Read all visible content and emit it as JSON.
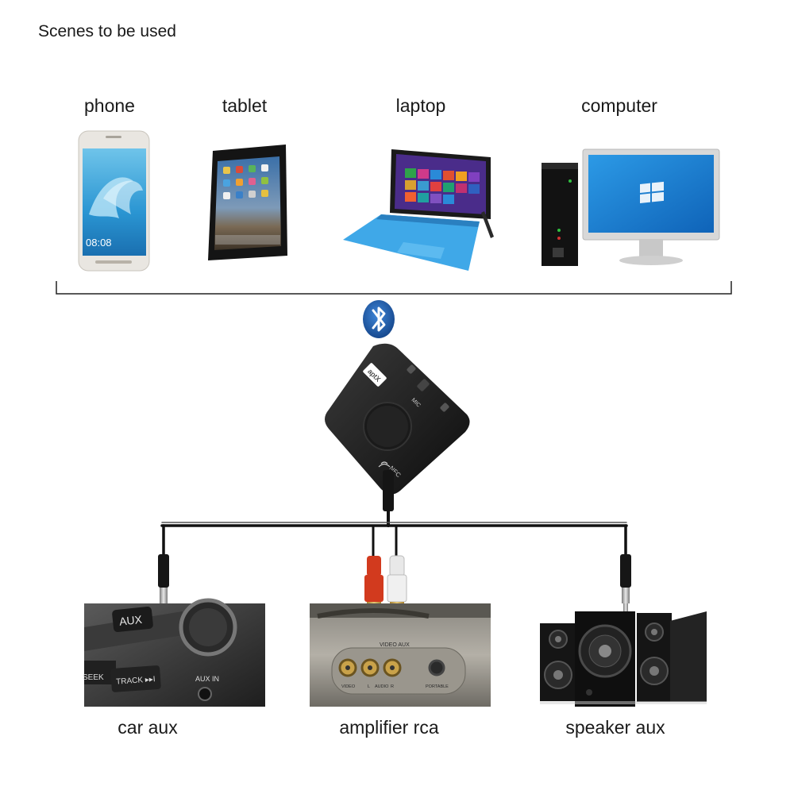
{
  "title": "Scenes to be used",
  "devices": {
    "phone": {
      "label": "phone",
      "screen_time": "08:08"
    },
    "tablet": {
      "label": "tablet"
    },
    "laptop": {
      "label": "laptop"
    },
    "computer": {
      "label": "computer"
    }
  },
  "receiver": {
    "badge": "aptX",
    "mic_label": "MIC",
    "nfc_label": "NFC"
  },
  "outputs": {
    "car_aux": {
      "label": "car aux",
      "aux_button": "AUX",
      "aux_in": "AUX IN",
      "seek": "SEEK",
      "track": "TRACK ▸▸I"
    },
    "amplifier_rca": {
      "label": "amplifier rca",
      "panel_title": "VIDEO AUX",
      "audio_label": "AUDIO",
      "video_label": "VIDEO",
      "l_label": "L",
      "r_label": "R",
      "portable_label": "PORTABLE"
    },
    "speaker_aux": {
      "label": "speaker aux"
    }
  },
  "colors": {
    "bluetooth_blue": "#1f5fb3",
    "screen_blue": "#2e7fd4",
    "rca_red": "#d23a1e",
    "rca_white": "#e8e8e8",
    "gold": "#c9a24a"
  }
}
